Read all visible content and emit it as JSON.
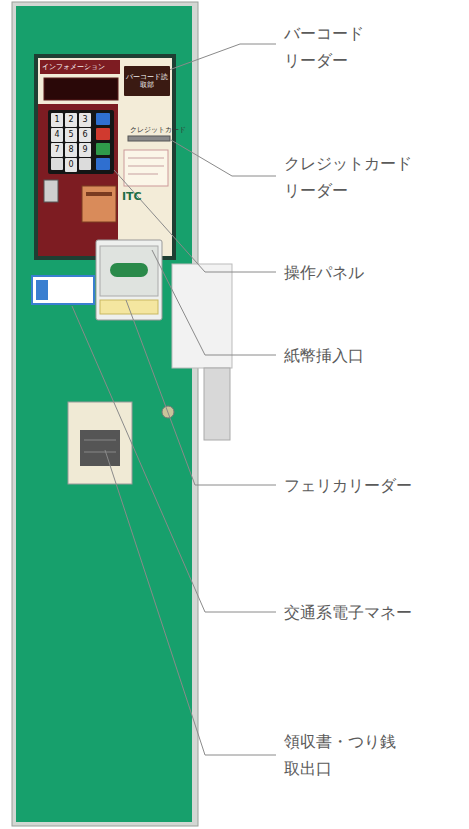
{
  "diagram": {
    "nodes": [
      {
        "text": [
          "バーコード読取部"
        ]
      },
      {
        "text": [
          "1"
        ]
      },
      {
        "text": [
          "2"
        ]
      },
      {
        "text": [
          "3"
        ]
      },
      {
        "text": [
          "4"
        ]
      },
      {
        "text": [
          "5"
        ]
      },
      {
        "text": [
          "6"
        ]
      },
      {
        "text": [
          "7"
        ]
      },
      {
        "text": [
          "8"
        ]
      },
      {
        "text": [
          "9"
        ]
      },
      {
        "text": [
          "0"
        ]
      }
    ],
    "labels": [
      "インフォメーション",
      "クレジットカード",
      "ITC",
      "バーコード リーダー",
      "クレジットカード リーダー",
      "操作パネル",
      "紙幣挿入口",
      "フェリカリーダー",
      "交通系電子マネー",
      "領収書・つり銭 取出口"
    ]
  }
}
